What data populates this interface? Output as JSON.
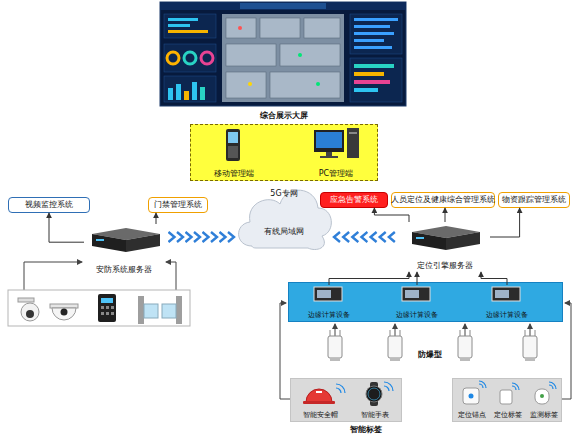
{
  "diagram": {
    "nodes": [
      {
        "text": [
          "综合展示大屏"
        ]
      },
      {
        "text": []
      },
      {
        "text": [
          "移动管理端"
        ],
        "in": 1
      },
      {
        "text": [
          "PC管理端"
        ],
        "in": 1
      },
      {
        "text": [
          "5G专网",
          "有线局域网"
        ]
      },
      {
        "text": [
          "视频监控系统"
        ]
      },
      {
        "text": [
          "门禁管理系统"
        ]
      },
      {
        "text": [
          "应急告警系统"
        ]
      },
      {
        "text": [
          "人员定位及健康综合管理系统"
        ]
      },
      {
        "text": [
          "物资跟踪管理系统"
        ]
      },
      {
        "text": [
          "安防系统服务器"
        ]
      },
      {
        "text": [
          "定位引擎服务器"
        ]
      },
      {
        "text": []
      },
      {
        "text": [
          "边缘计算设备"
        ],
        "in": 12
      },
      {
        "text": [
          "边缘计算设备"
        ],
        "in": 12
      },
      {
        "text": [
          "边缘计算设备"
        ],
        "in": 12
      },
      {
        "text": []
      },
      {
        "text": [
          "智能安全帽"
        ],
        "in": 16
      },
      {
        "text": [
          "智能手表"
        ],
        "in": 16
      },
      {
        "text": []
      },
      {
        "text": [
          "定位锚点"
        ],
        "in": 19
      },
      {
        "text": [
          "定位标签"
        ],
        "in": 19
      },
      {
        "text": [
          "监测标签"
        ],
        "in": 19
      }
    ],
    "edges": [
      {
        "from": 10,
        "to": 5,
        "arrow": "to"
      },
      {
        "from": 10,
        "to": 6,
        "arrow": "to"
      },
      {
        "from": 10,
        "to": 4,
        "arrow": "to"
      },
      {
        "from": 11,
        "to": 4,
        "arrow": "to"
      },
      {
        "from": 11,
        "to": 7,
        "arrow": "to"
      },
      {
        "from": 11,
        "to": 8,
        "arrow": "to"
      },
      {
        "from": 11,
        "to": 9,
        "arrow": "to"
      },
      {
        "from": 13,
        "to": 11,
        "arrow": "to"
      },
      {
        "from": 14,
        "to": 11,
        "arrow": "to"
      },
      {
        "from": 15,
        "to": 11,
        "arrow": "to"
      }
    ],
    "labels": [
      "防爆型",
      "智能标签"
    ]
  }
}
